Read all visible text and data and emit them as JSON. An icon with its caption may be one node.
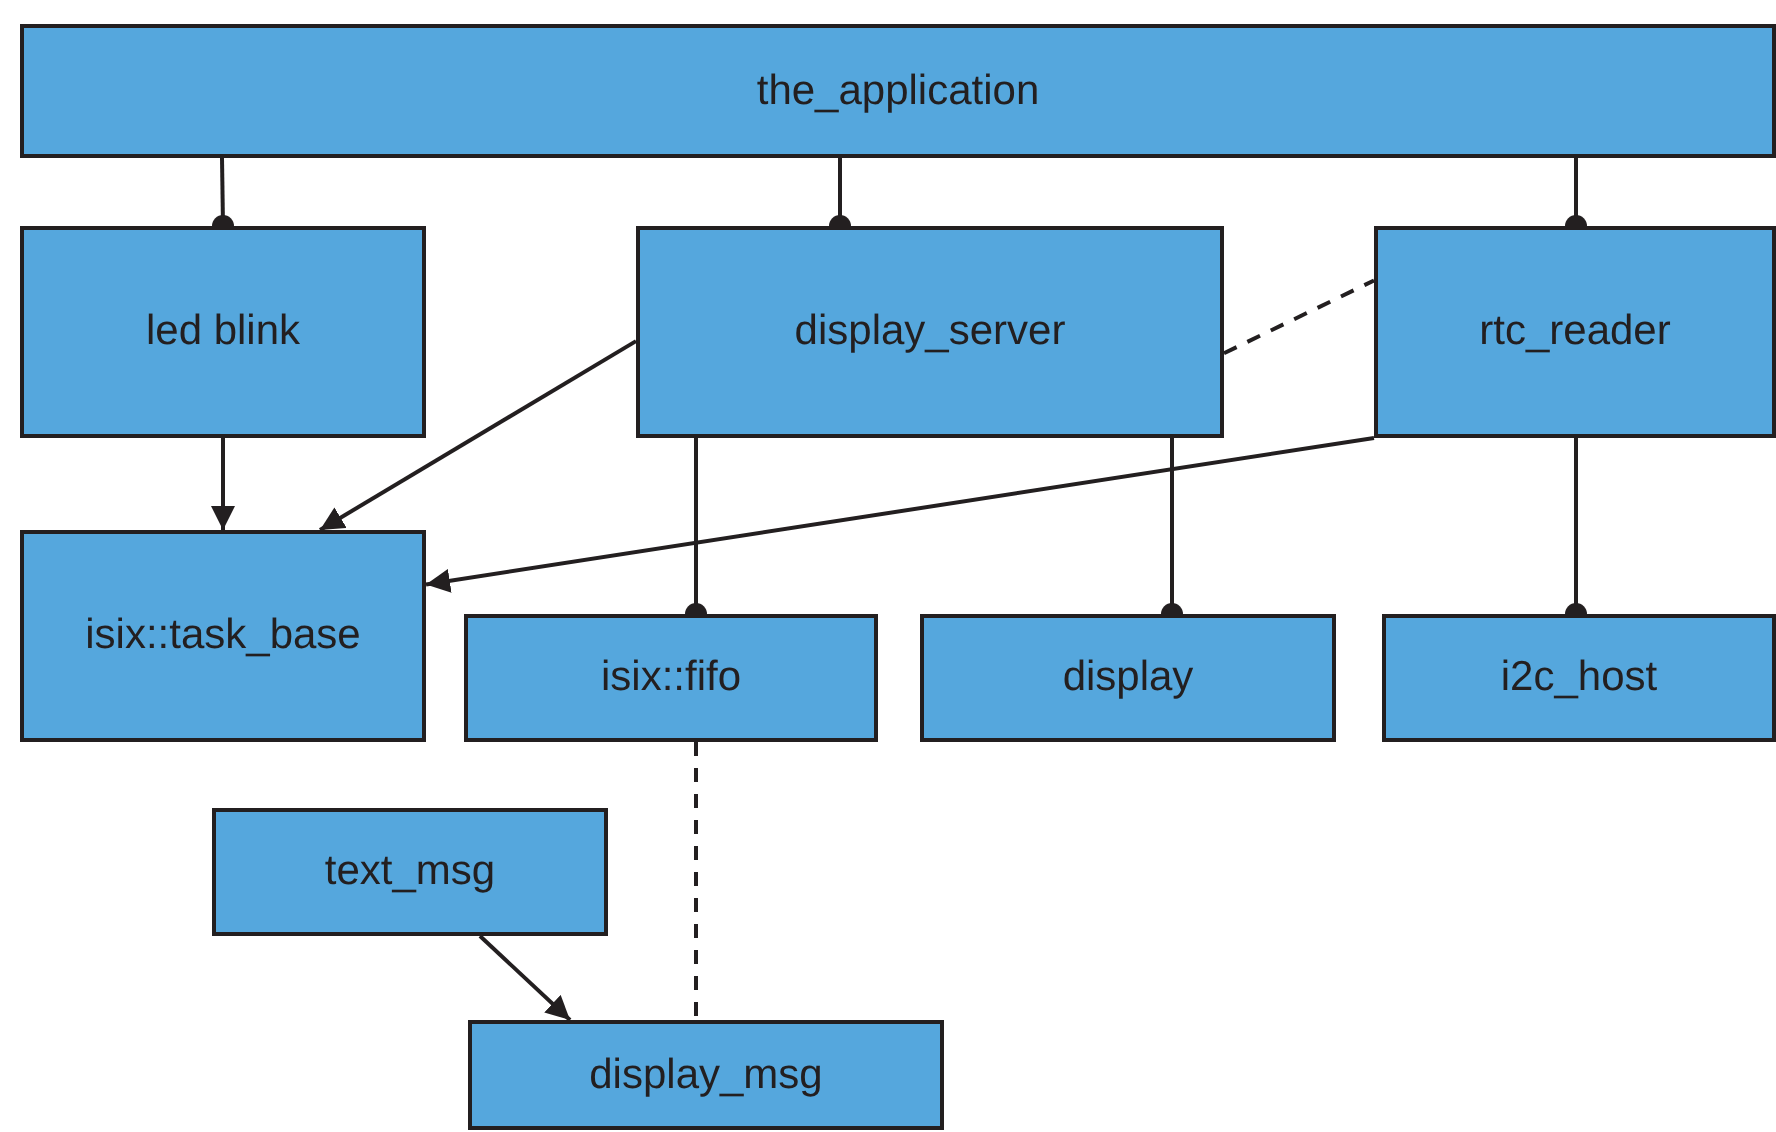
{
  "diagram": {
    "nodes": [
      {
        "text": [
          "the_application"
        ]
      },
      {
        "text": [
          "led blink"
        ]
      },
      {
        "text": [
          "display_server"
        ]
      },
      {
        "text": [
          "rtc_reader"
        ]
      },
      {
        "text": [
          "isix::task_base"
        ]
      },
      {
        "text": [
          "isix::fifo"
        ]
      },
      {
        "text": [
          "display"
        ]
      },
      {
        "text": [
          "i2c_host"
        ]
      },
      {
        "text": [
          "text_msg"
        ]
      },
      {
        "text": [
          "display_msg"
        ]
      }
    ],
    "edges": [
      {
        "from": 0,
        "to": 1,
        "arrow": "other"
      },
      {
        "from": 0,
        "to": 2,
        "arrow": "other"
      },
      {
        "from": 0,
        "to": 3,
        "arrow": "other"
      },
      {
        "from": 2,
        "to": 3,
        "arrow": "none",
        "style": "dashed"
      },
      {
        "from": 1,
        "to": 4,
        "arrow": "to"
      },
      {
        "from": 2,
        "to": 4,
        "arrow": "to"
      },
      {
        "from": 3,
        "to": 4,
        "arrow": "to"
      },
      {
        "from": 2,
        "to": 5,
        "arrow": "other"
      },
      {
        "from": 2,
        "to": 6,
        "arrow": "other"
      },
      {
        "from": 3,
        "to": 7,
        "arrow": "other"
      },
      {
        "from": 5,
        "to": 9,
        "arrow": "none",
        "style": "dashed"
      },
      {
        "from": 8,
        "to": 9,
        "arrow": "to"
      }
    ]
  }
}
